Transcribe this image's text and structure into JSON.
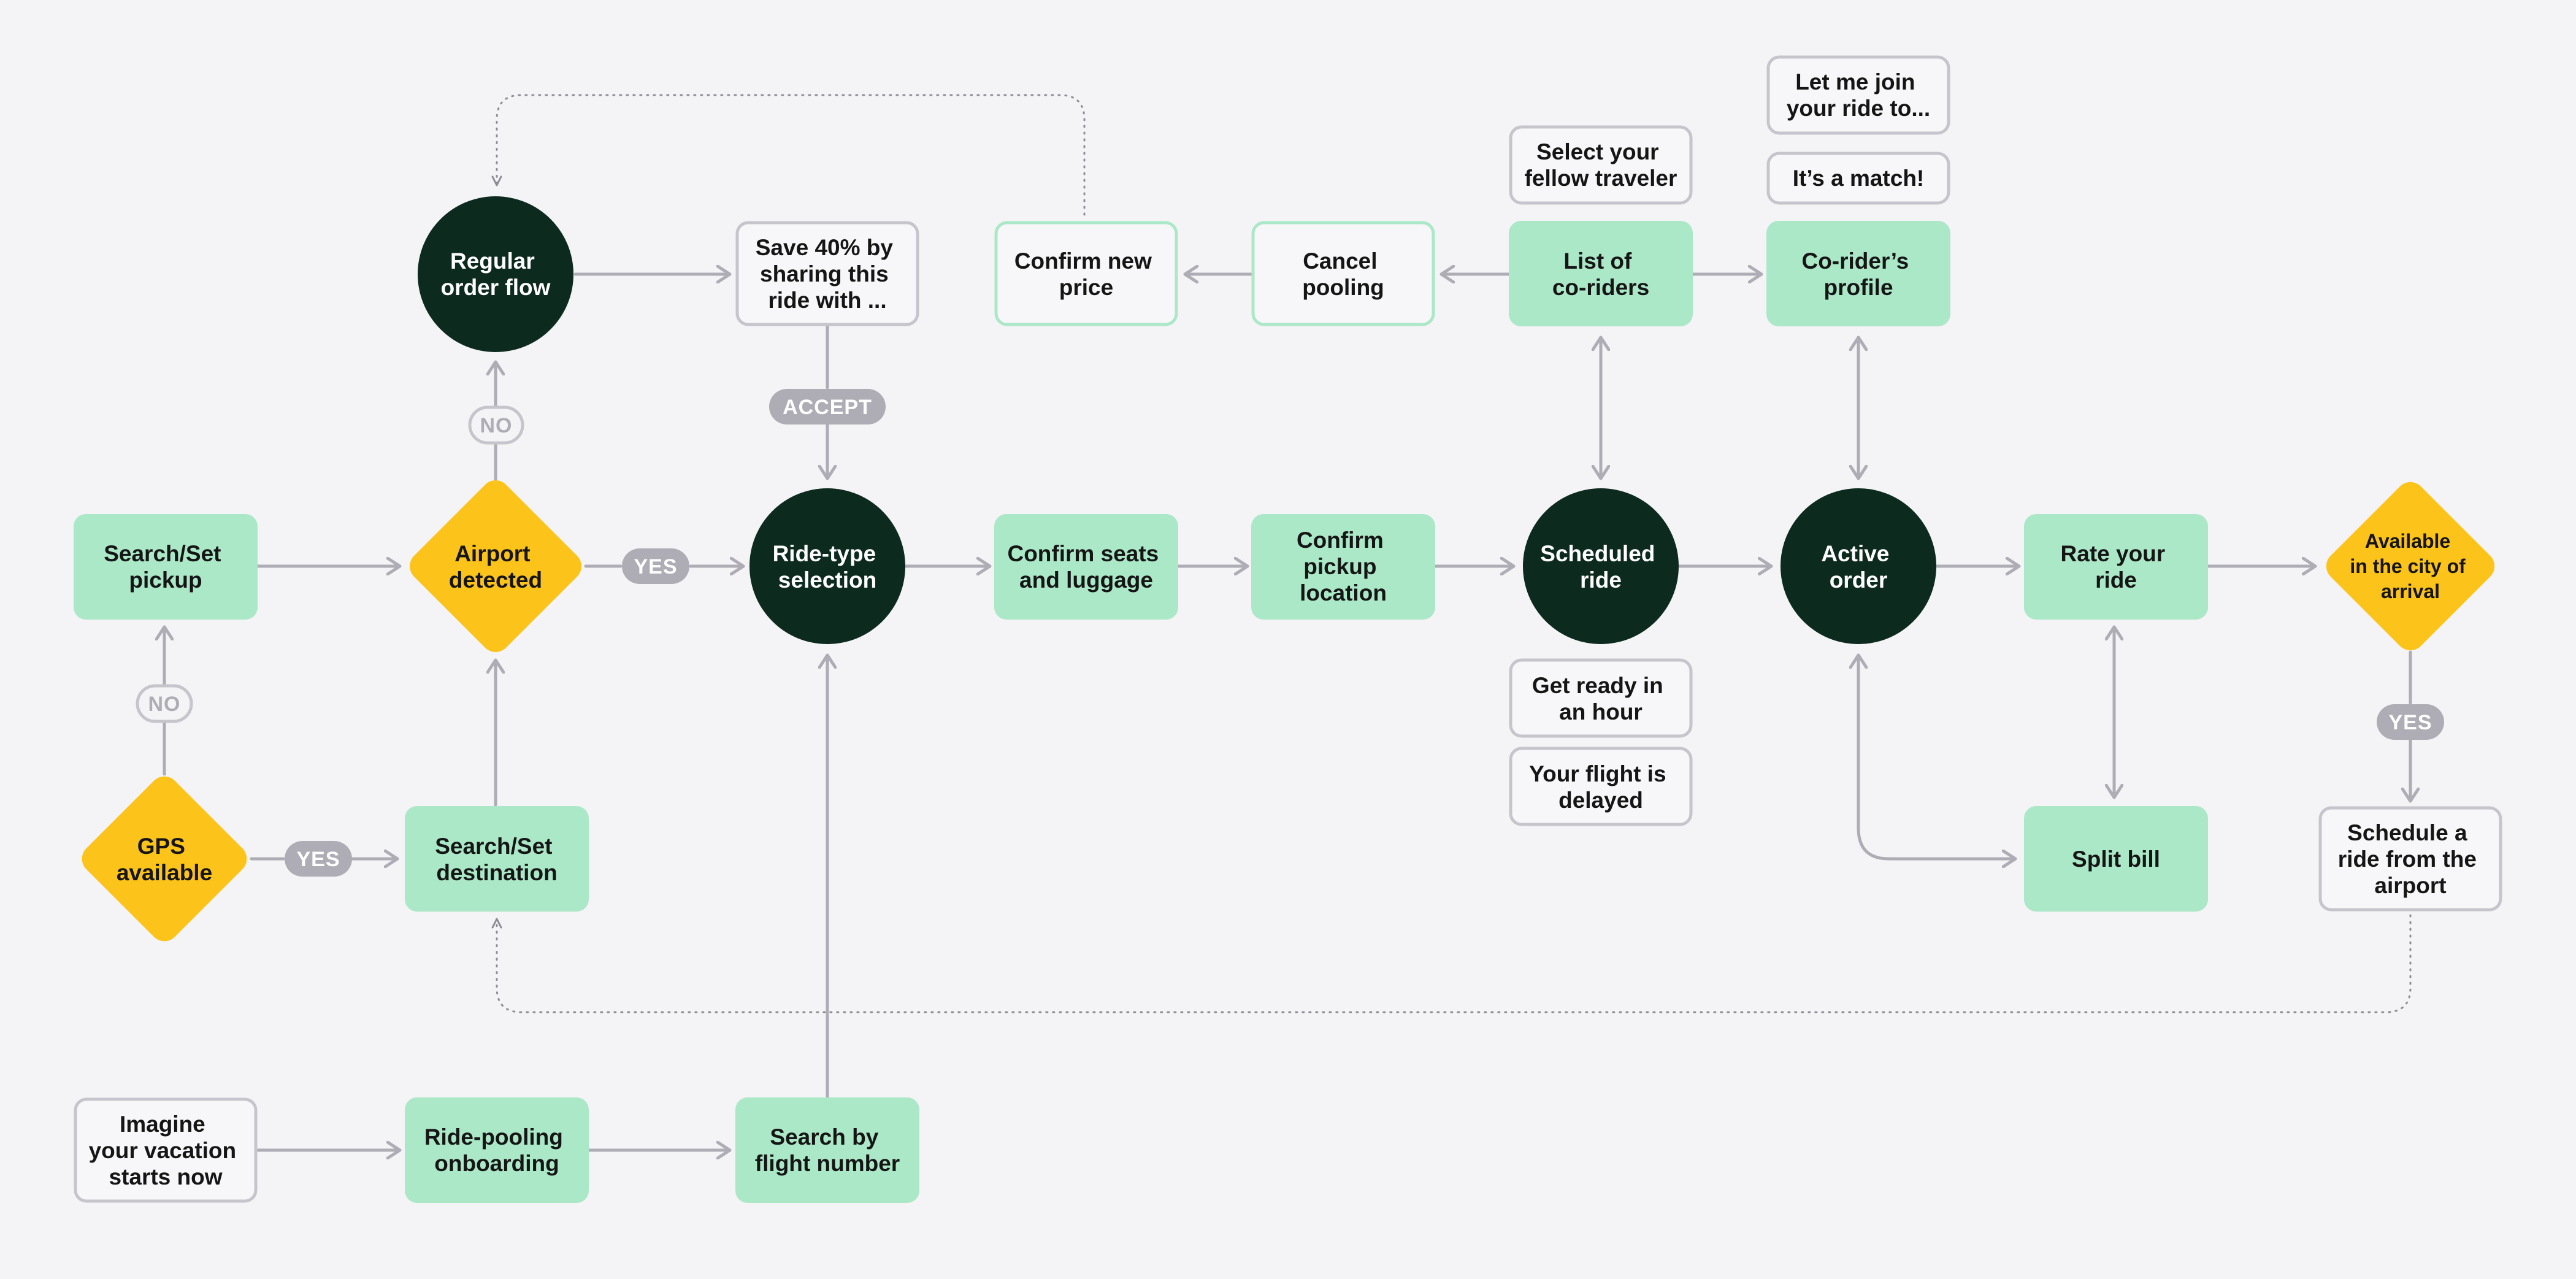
{
  "colors": {
    "background": "#f4f3f5",
    "green_fill": "#abe8c8",
    "green_border": "#abe8c8",
    "dark_circle": "#0c2a1e",
    "yellow_diamond": "#fcc31a",
    "outline_border": "#c6c5cc",
    "outline_fill": "#f7f6f8",
    "pill_fill": "#aeadb5",
    "connector": "#aeadb5",
    "text_dark": "#151515",
    "text_light": "#ffffff"
  },
  "nodes": {
    "search_pickup": [
      "Search/Set",
      "pickup"
    ],
    "airport_detected": [
      "Airport",
      "detected"
    ],
    "ride_type": [
      "Ride-type",
      "selection"
    ],
    "confirm_seats": [
      "Confirm seats",
      "and luggage"
    ],
    "confirm_pickup": [
      "Confirm",
      "pickup",
      "location"
    ],
    "scheduled_ride": [
      "Scheduled",
      "ride"
    ],
    "active_order": [
      "Active",
      "order"
    ],
    "rate_ride": [
      "Rate your",
      "ride"
    ],
    "available_city": [
      "Available",
      "in the city of",
      "arrival"
    ],
    "regular_flow": [
      "Regular",
      "order flow"
    ],
    "save_40": [
      "Save 40% by",
      "sharing this",
      "ride with ..."
    ],
    "confirm_price": [
      "Confirm new",
      "price"
    ],
    "cancel_pooling": [
      "Cancel",
      "pooling"
    ],
    "list_coriders": [
      "List of",
      "co-riders"
    ],
    "corider_profile": [
      "Co-rider’s",
      "profile"
    ],
    "select_traveler": [
      "Select your",
      "fellow traveler"
    ],
    "its_match": [
      "It’s a match!"
    ],
    "let_me_join": [
      "Let me join",
      "your ride to..."
    ],
    "get_ready": [
      "Get ready in",
      "an hour"
    ],
    "flight_delayed": [
      "Your flight is",
      "delayed"
    ],
    "gps_available": [
      "GPS",
      "available"
    ],
    "search_destination": [
      "Search/Set",
      "destination"
    ],
    "split_bill": [
      "Split bill"
    ],
    "schedule_airport": [
      "Schedule a",
      "ride from the",
      "airport"
    ],
    "imagine_vacation": [
      "Imagine",
      "your vacation",
      "starts now"
    ],
    "onboarding": [
      "Ride-pooling",
      "onboarding"
    ],
    "flight_number": [
      "Search by",
      "flight number"
    ]
  },
  "pills": {
    "no_top": "NO",
    "yes_airport": "YES",
    "accept": "ACCEPT",
    "no_left": "NO",
    "yes_gps": "YES",
    "yes_city": "YES"
  }
}
